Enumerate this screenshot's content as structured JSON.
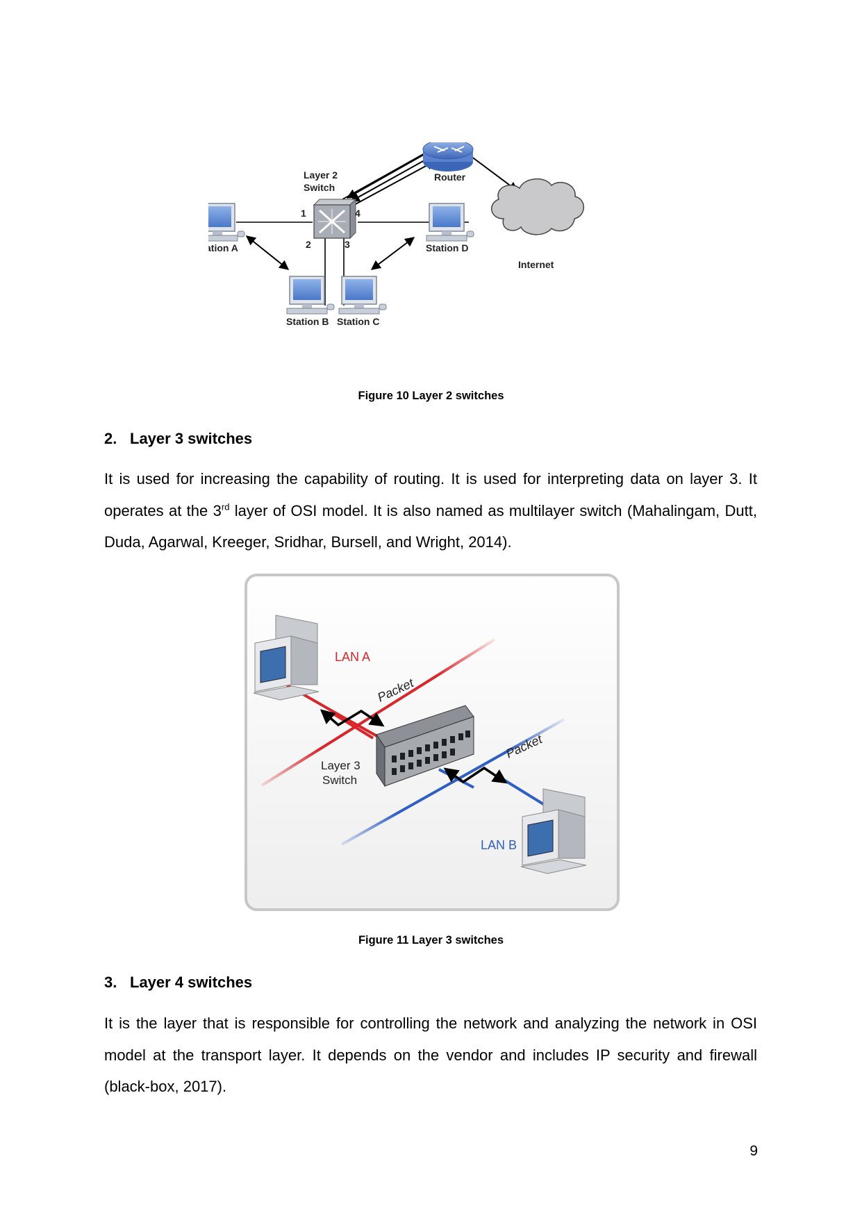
{
  "figure10": {
    "labels": {
      "switch_line1": "Layer 2",
      "switch_line2": "Switch",
      "router": "Router",
      "internet": "Internet",
      "station_a": "Station A",
      "station_b": "Station B",
      "station_c": "Station C",
      "station_d": "Station D",
      "port1": "1",
      "port2": "2",
      "port3": "3",
      "port4": "4"
    },
    "caption": "Figure 10 Layer 2 switches"
  },
  "section2": {
    "number": "2.",
    "title": "Layer 3 switches",
    "text_part1": "It is used for increasing the capability of routing. It is used for interpreting data on layer 3. It operates at the 3",
    "superscript": "rd",
    "text_part2": " layer of OSI model. It is also named as multilayer switch (Mahalingam, Dutt, Duda, Agarwal, Kreeger, Sridhar, Bursell, and Wright, 2014)."
  },
  "figure11": {
    "labels": {
      "lan_a": "LAN A",
      "lan_b": "LAN B",
      "packet_a": "Packet",
      "packet_b": "Packet",
      "switch_line1": "Layer 3",
      "switch_line2": "Switch"
    },
    "colors": {
      "lan_a": "#d9262a",
      "lan_b": "#2f5fc4"
    },
    "caption": "Figure 11 Layer 3 switches"
  },
  "section3": {
    "number": "3.",
    "title": "Layer 4 switches",
    "text": "It is the layer that is responsible for controlling the network and analyzing the network in OSI model at the transport layer. It depends on the vendor and includes IP security and firewall (black-box, 2017)."
  },
  "page_number": "9"
}
